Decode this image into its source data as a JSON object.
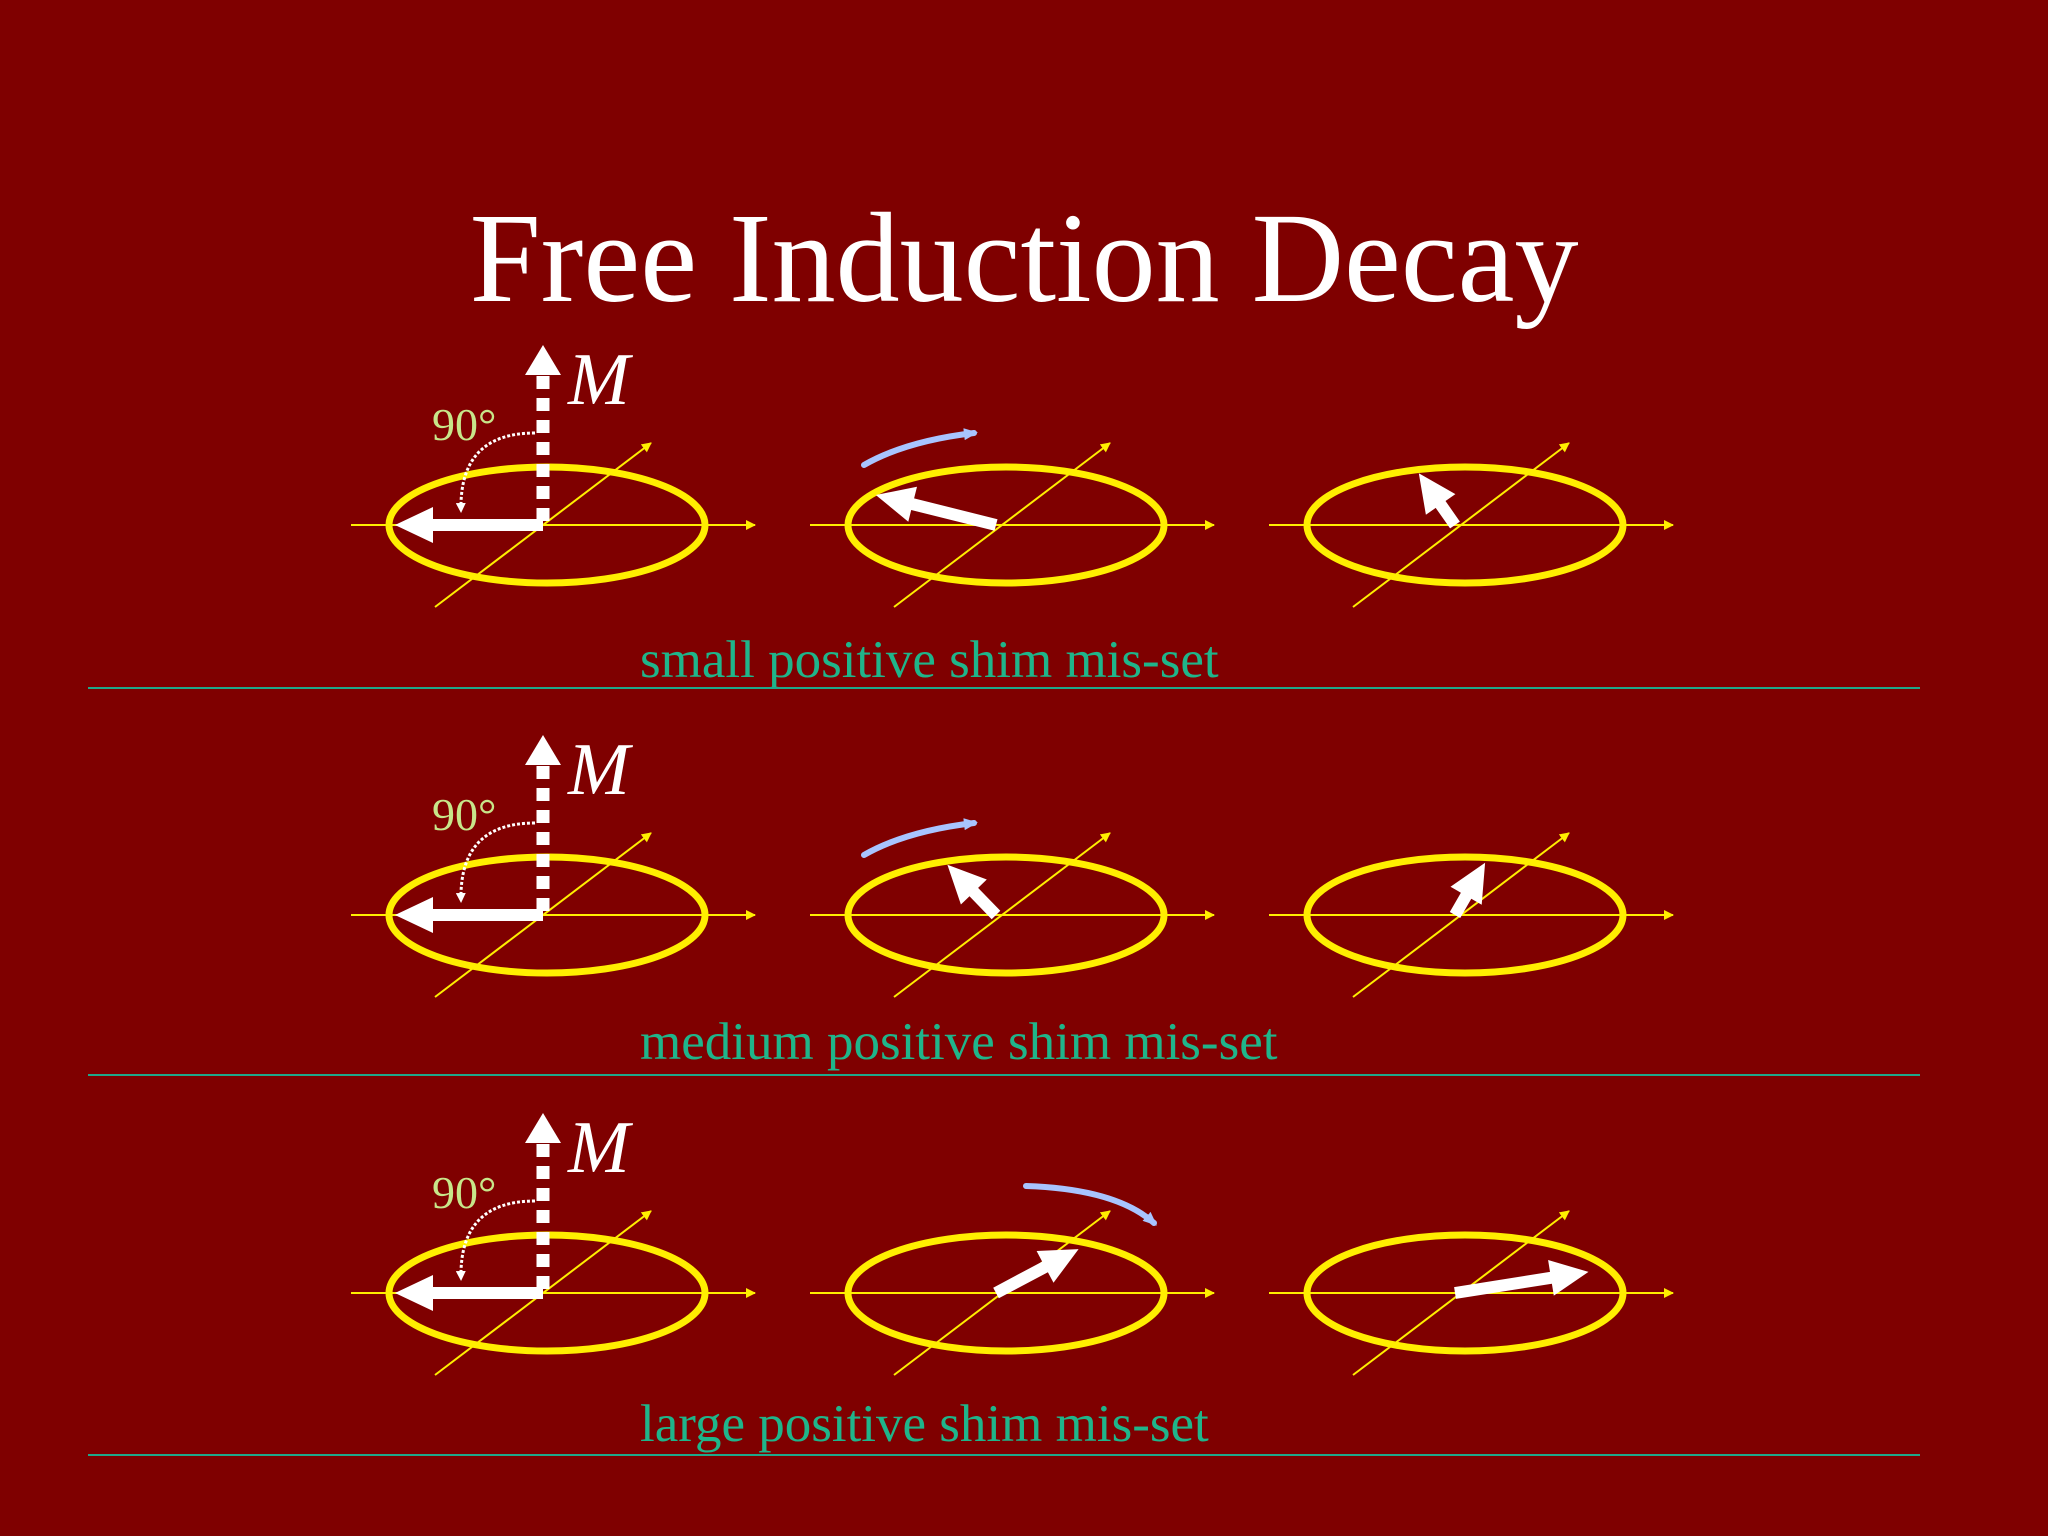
{
  "title": "Free Induction Decay",
  "labels": {
    "magnetization": "M",
    "pulse_angle": "90°"
  },
  "colors": {
    "background": "#7f0000",
    "ellipse": "#ffee00",
    "axis": "#ffee00",
    "vector": "#ffffff",
    "rotation_arrow": "#a8c4ff",
    "caption": "#1fb58a",
    "separator": "#1fa88a",
    "angle_label": "#c8e68a"
  },
  "rows": [
    {
      "caption": "small positive shim mis-set",
      "rotation": "counter-clockwise",
      "vector_angles_deg": [
        180,
        166,
        125
      ]
    },
    {
      "caption": "medium positive shim mis-set",
      "rotation": "counter-clockwise",
      "vector_angles_deg": [
        180,
        134,
        60
      ]
    },
    {
      "caption": "large positive shim mis-set",
      "rotation": "clockwise",
      "vector_angles_deg": [
        180,
        28,
        9
      ]
    }
  ]
}
